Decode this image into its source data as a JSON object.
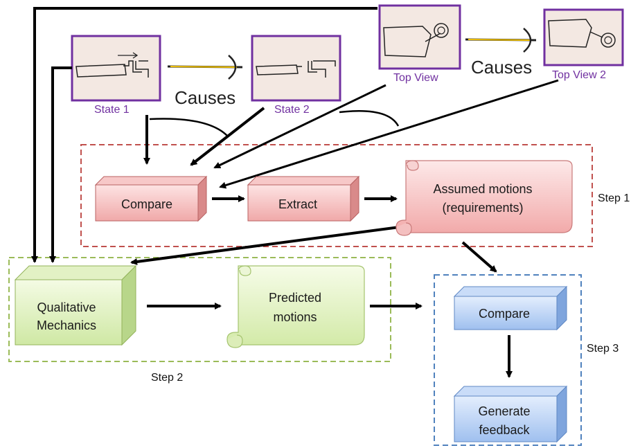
{
  "colors": {
    "red_fill_light": "#fbd6d6",
    "red_fill_dark": "#e9a4a4",
    "red_dash": "#c0504d",
    "green_fill_light": "#eef8d8",
    "green_fill_dark": "#c6e19a",
    "green_dash": "#9bbb59",
    "blue_fill_light": "#d7e6fb",
    "blue_fill_dark": "#98b9ec",
    "blue_dash": "#4f81bd",
    "purple_frame": "#7030a0",
    "sketch_bg": "#f3e8e2"
  },
  "sketches": {
    "state1_caption": "State 1",
    "state2_caption": "State 2",
    "topview_caption": "Top View",
    "topview2_caption": "Top View 2",
    "causes_left": "Causes",
    "causes_right": "Causes"
  },
  "step1": {
    "label": "Step 1",
    "compare": "Compare",
    "extract": "Extract",
    "assumed_line1": "Assumed motions",
    "assumed_line2": "(requirements)"
  },
  "step2": {
    "label": "Step 2",
    "qualitative_line1": "Qualitative",
    "qualitative_line2": "Mechanics",
    "predicted_line1": "Predicted",
    "predicted_line2": "motions"
  },
  "step3": {
    "label": "Step 3",
    "compare": "Compare",
    "generate_line1": "Generate",
    "generate_line2": "feedback"
  }
}
